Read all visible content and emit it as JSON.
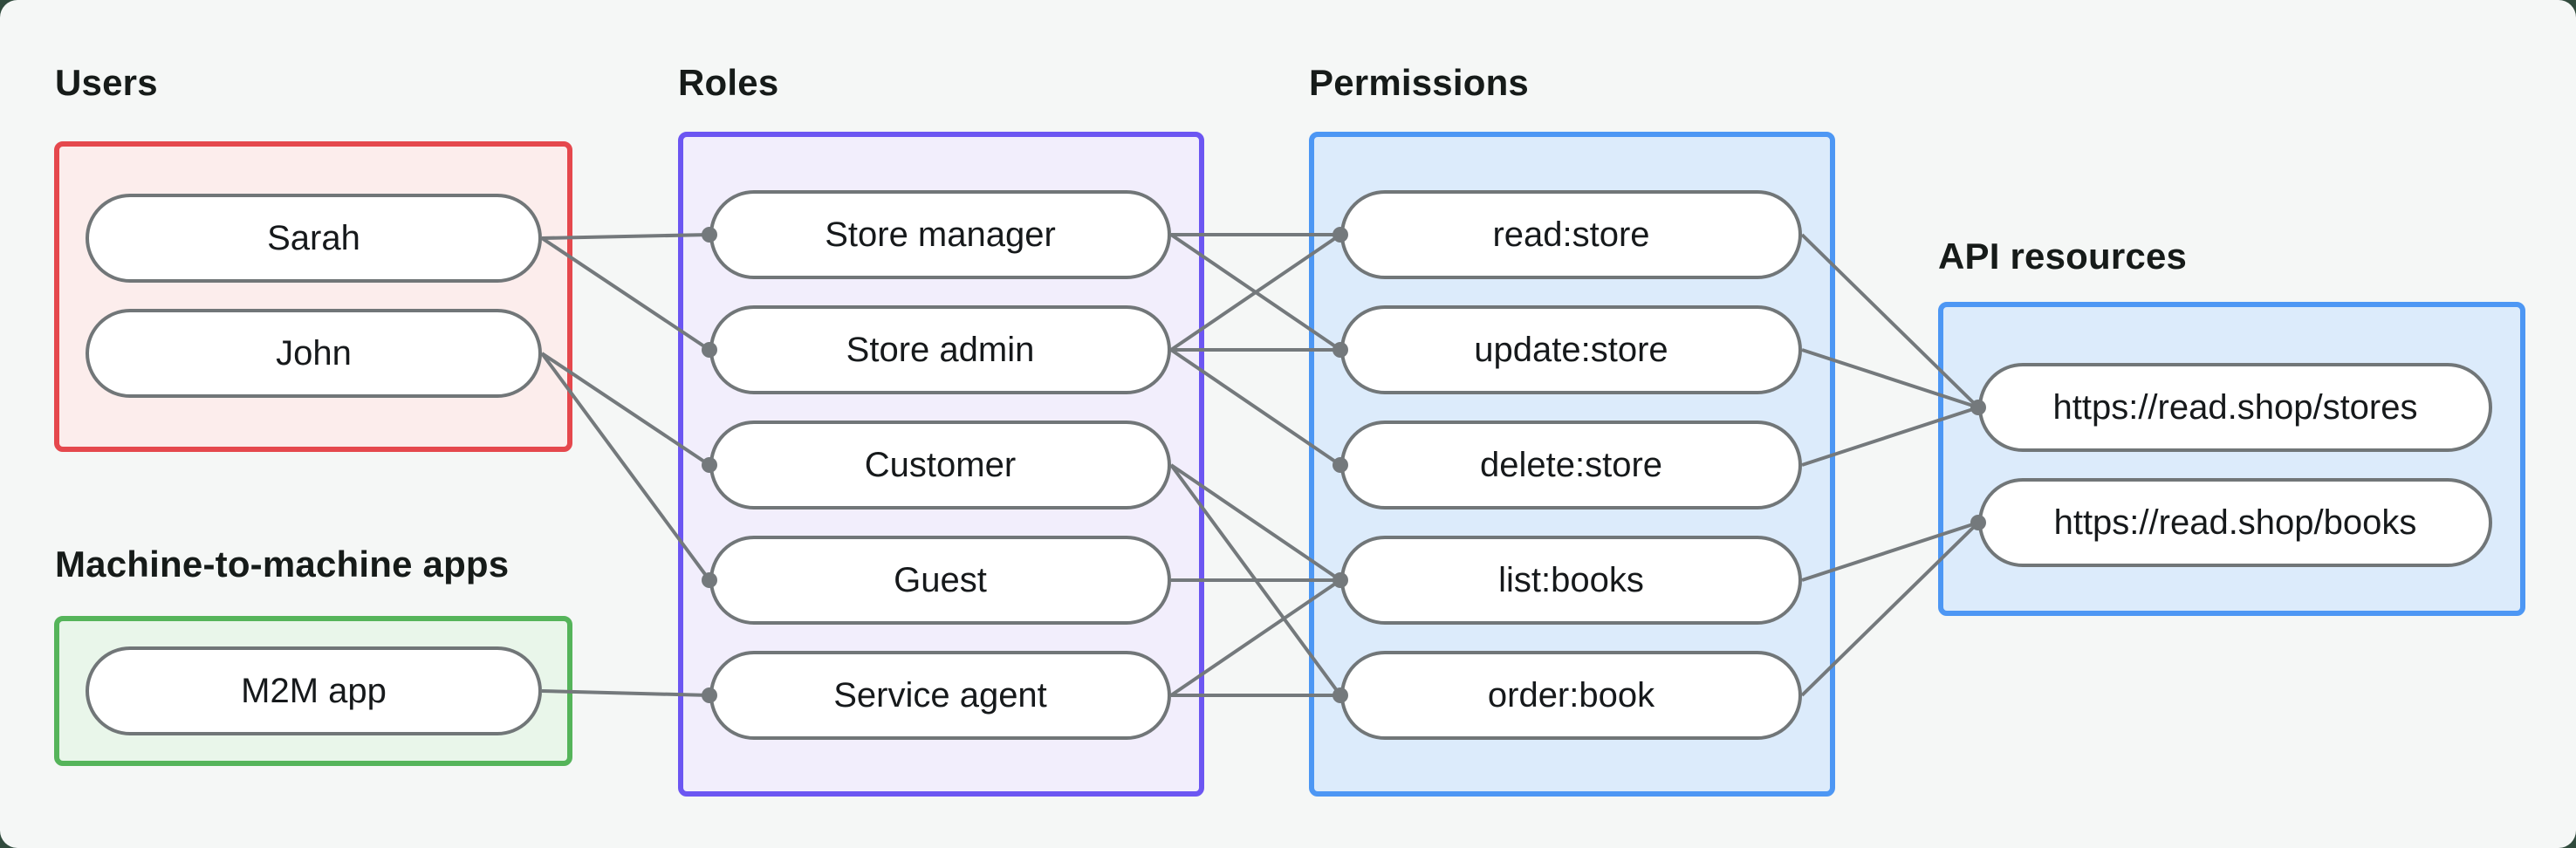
{
  "page": {
    "background": "#f5f7f6",
    "outside_background": "#314b3d"
  },
  "styles": {
    "node_border": "#717678",
    "edge_color": "#74797c",
    "dot_color": "#74797c",
    "text_color": "#16191b",
    "title_color": "#161b19"
  },
  "groups": [
    {
      "id": "users",
      "title": "Users",
      "accent": "#e5484d",
      "fill": "#fcedec",
      "items": [
        {
          "id": "sarah",
          "label": "Sarah"
        },
        {
          "id": "john",
          "label": "John"
        }
      ]
    },
    {
      "id": "m2m",
      "title": "Machine-to-machine apps",
      "accent": "#55b45a",
      "fill": "#e9f6ea",
      "items": [
        {
          "id": "m2m_app",
          "label": "M2M app"
        }
      ]
    },
    {
      "id": "roles",
      "title": "Roles",
      "accent": "#6c56f2",
      "fill": "#f2eefc",
      "items": [
        {
          "id": "store_manager",
          "label": "Store manager"
        },
        {
          "id": "store_admin",
          "label": "Store admin"
        },
        {
          "id": "customer",
          "label": "Customer"
        },
        {
          "id": "guest",
          "label": "Guest"
        },
        {
          "id": "service_agent",
          "label": "Service agent"
        }
      ]
    },
    {
      "id": "permissions",
      "title": "Permissions",
      "accent": "#4d97f4",
      "fill": "#dcebfb",
      "items": [
        {
          "id": "read_store",
          "label": "read:store"
        },
        {
          "id": "update_store",
          "label": "update:store"
        },
        {
          "id": "delete_store",
          "label": "delete:store"
        },
        {
          "id": "list_books",
          "label": "list:books"
        },
        {
          "id": "order_book",
          "label": "order:book"
        }
      ]
    },
    {
      "id": "api",
      "title": "API resources",
      "accent": "#4d97f4",
      "fill": "#dcebfb",
      "items": [
        {
          "id": "stores_resource",
          "label": "https://read.shop/stores"
        },
        {
          "id": "books_resource",
          "label": "https://read.shop/books"
        }
      ]
    }
  ],
  "edges": [
    {
      "from": "sarah",
      "to": "store_manager"
    },
    {
      "from": "sarah",
      "to": "store_admin"
    },
    {
      "from": "john",
      "to": "customer"
    },
    {
      "from": "john",
      "to": "guest"
    },
    {
      "from": "m2m_app",
      "to": "service_agent"
    },
    {
      "from": "store_manager",
      "to": "read_store"
    },
    {
      "from": "store_manager",
      "to": "update_store"
    },
    {
      "from": "store_admin",
      "to": "read_store"
    },
    {
      "from": "store_admin",
      "to": "update_store"
    },
    {
      "from": "store_admin",
      "to": "delete_store"
    },
    {
      "from": "customer",
      "to": "list_books"
    },
    {
      "from": "customer",
      "to": "order_book"
    },
    {
      "from": "guest",
      "to": "list_books"
    },
    {
      "from": "service_agent",
      "to": "list_books"
    },
    {
      "from": "service_agent",
      "to": "order_book"
    },
    {
      "from": "read_store",
      "to": "stores_resource"
    },
    {
      "from": "update_store",
      "to": "stores_resource"
    },
    {
      "from": "delete_store",
      "to": "stores_resource"
    },
    {
      "from": "list_books",
      "to": "books_resource"
    },
    {
      "from": "order_book",
      "to": "books_resource"
    }
  ]
}
